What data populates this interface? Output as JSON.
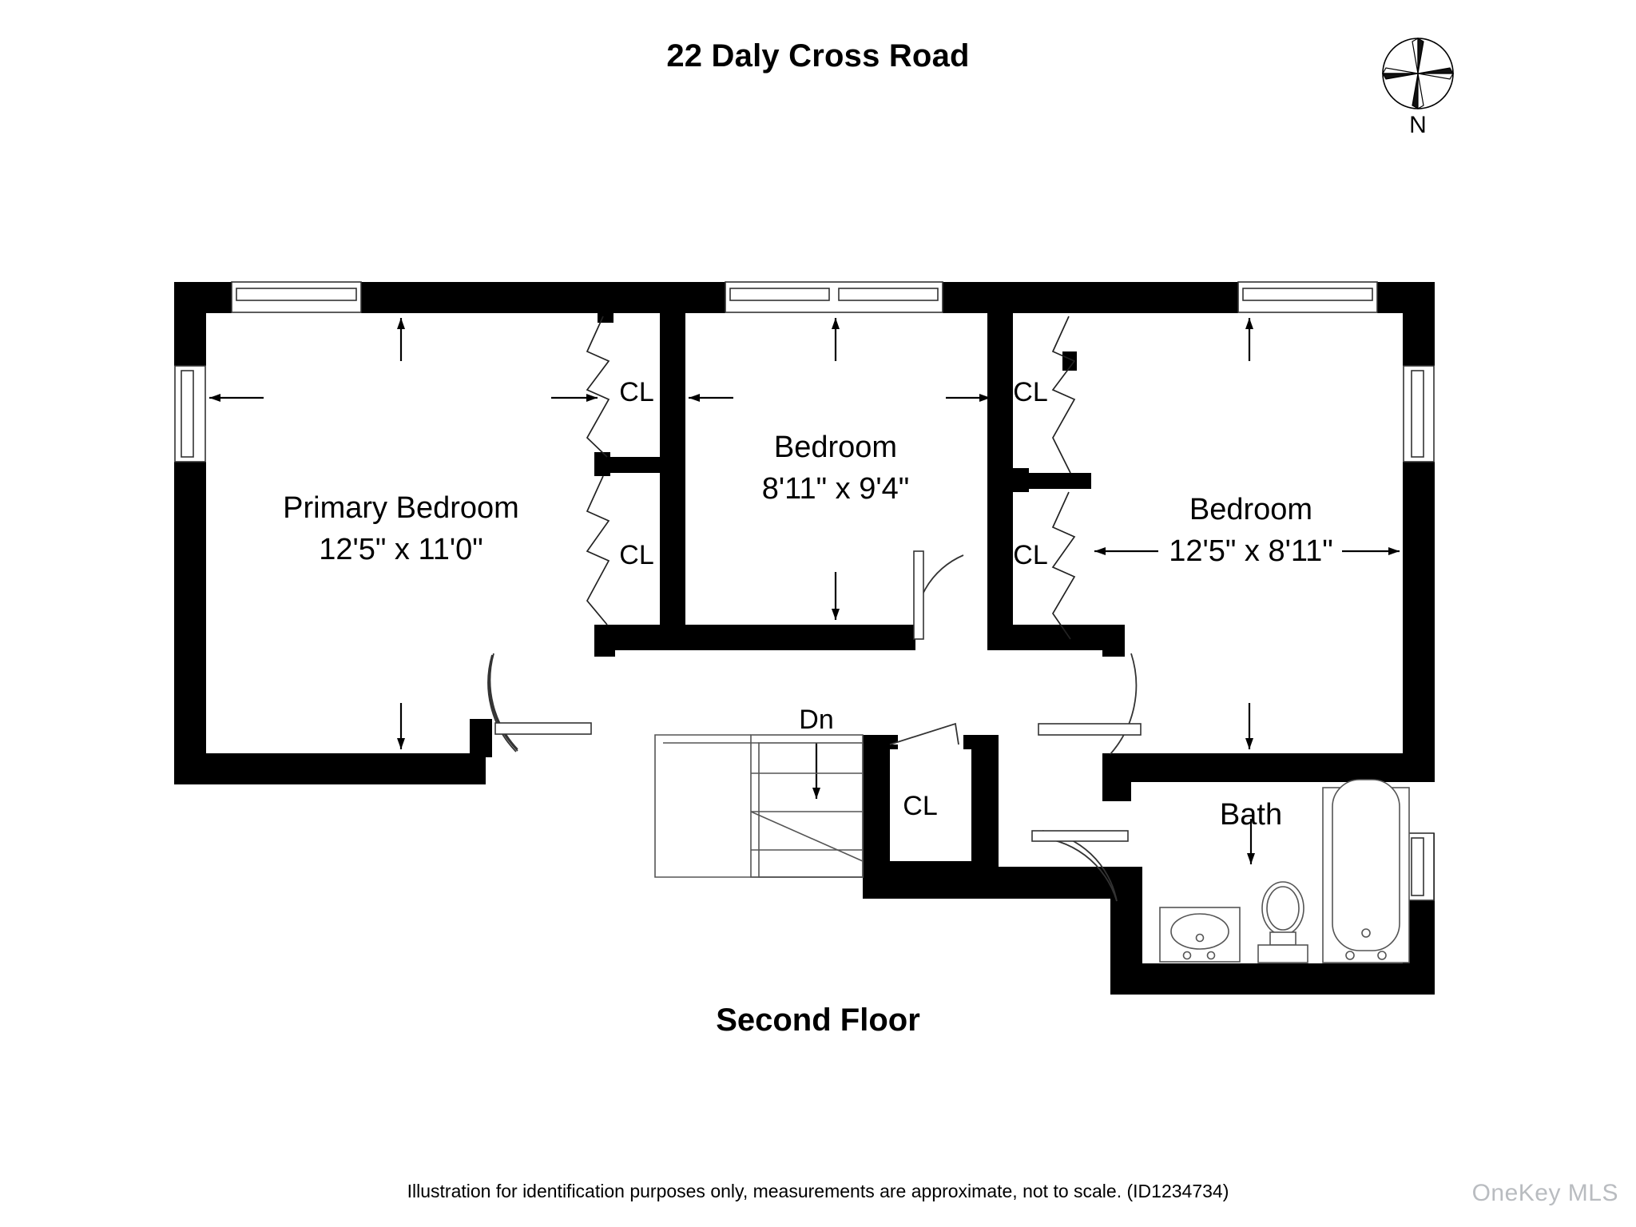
{
  "header": {
    "title": "22 Daly Cross Road",
    "compass_icon": "compass-rose-icon",
    "compass_label": "N"
  },
  "plan": {
    "floor_label": "Second Floor",
    "rooms": [
      {
        "id": "primary-bedroom",
        "name": "Primary Bedroom",
        "dimensions": "12'5\" x 11'0\""
      },
      {
        "id": "bedroom-center",
        "name": "Bedroom",
        "dimensions": "8'11\" x 9'4\""
      },
      {
        "id": "bedroom-right",
        "name": "Bedroom",
        "dimensions": "12'5\" x 8'11\""
      },
      {
        "id": "bath",
        "name": "Bath",
        "dimensions": ""
      }
    ],
    "closets": [
      {
        "id": "closet-upper-left",
        "label": "CL"
      },
      {
        "id": "closet-lower-left",
        "label": "CL"
      },
      {
        "id": "closet-upper-right",
        "label": "CL"
      },
      {
        "id": "closet-lower-right",
        "label": "CL"
      },
      {
        "id": "closet-hall",
        "label": "CL"
      }
    ],
    "stairs": {
      "label": "Dn"
    },
    "fixtures": [
      "sink-fixture",
      "toilet-fixture",
      "bathtub-fixture"
    ]
  },
  "footer": {
    "disclaimer": "Illustration for identification purposes only, measurements are approximate, not to scale. (ID1234734)",
    "watermark": "OneKey MLS"
  },
  "colors": {
    "wall": "#000000",
    "background": "#ffffff",
    "watermark": "#b9bcc0"
  }
}
